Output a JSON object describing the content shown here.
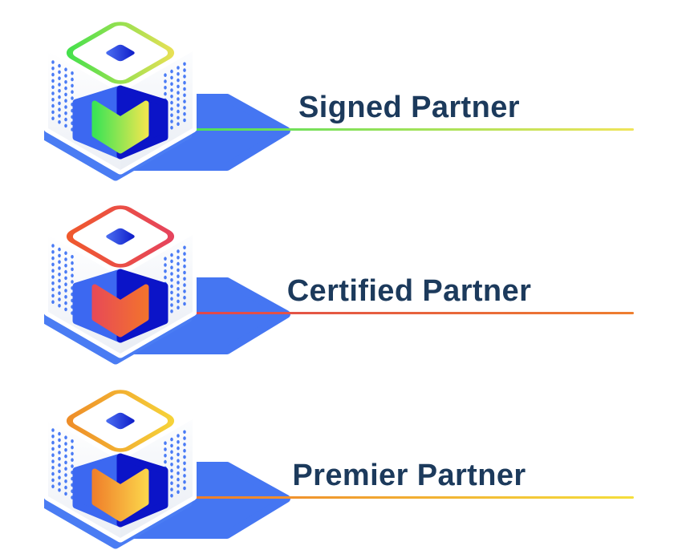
{
  "page": {
    "background": "#FFFFFF"
  },
  "colors": {
    "title": "#1C3A5C",
    "shadow": "#4576F2",
    "rim": "#4A7CF3",
    "dot": "#4A7BF5",
    "panel_left": "#3C68F1",
    "panel_right": "#0B14C8",
    "diamond_from": "#4F74F4",
    "diamond_to": "#0A17C6",
    "face_left_from": "#FFFFFF",
    "face_left_to": "#EDF0F6",
    "face_right_from": "#FCFDFE",
    "face_right_to": "#E9EDF4",
    "cube_white": "#FFFFFF"
  },
  "tiers": [
    {
      "label": "Signed Partner",
      "ring": [
        "#3FE04C",
        "#EDE055"
      ],
      "chevron": [
        "#3CE455",
        "#EDE64E"
      ],
      "line": [
        "#4ADF5A",
        "#F0E45A"
      ]
    },
    {
      "label": "Certified Partner",
      "ring": [
        "#F05A2B",
        "#E5435F"
      ],
      "chevron": [
        "#E84B55",
        "#F2722E"
      ],
      "line": [
        "#E0464C",
        "#EE7E2F"
      ]
    },
    {
      "label": "Premier Partner",
      "ring": [
        "#EE8B28",
        "#F6D53A"
      ],
      "chevron": [
        "#F0812B",
        "#FBD44A"
      ],
      "line": [
        "#EE7A28",
        "#F5DF3C"
      ]
    }
  ]
}
